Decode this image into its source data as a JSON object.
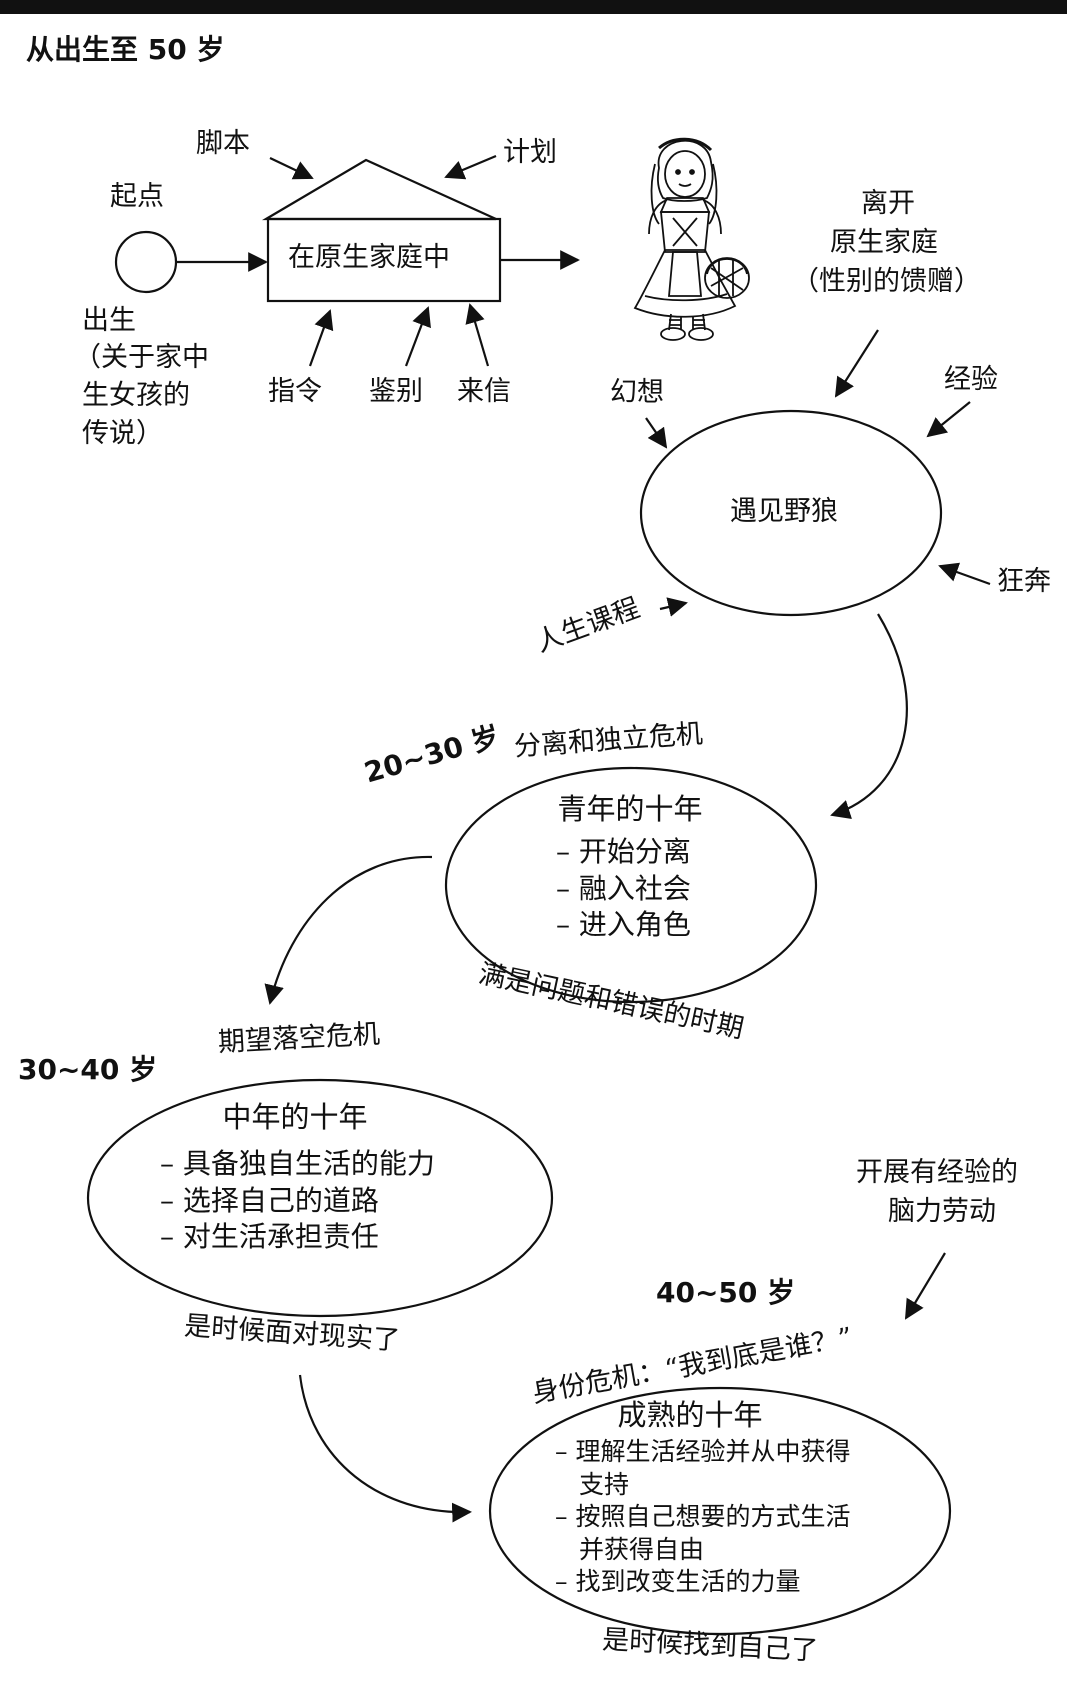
{
  "title": "从出生至 50 岁",
  "top": {
    "start_label": "起点",
    "birth_label": "出生",
    "birth_note": [
      "（关于家中",
      "生女孩的",
      "传说）"
    ],
    "script_label": "脚本",
    "plan_label": "计划",
    "house_label": "在原生家庭中",
    "instruction_label": "指令",
    "discern_label": "鉴别",
    "letter_label": "来信",
    "leave_label": [
      "离开",
      "原生家庭",
      "（性别的馈赠）"
    ]
  },
  "wolf": {
    "center": "遇见野狼",
    "fantasy": "幻想",
    "experience": "经验",
    "frenzy": "狂奔",
    "life_lessons": "人生课程"
  },
  "stage1": {
    "age": "20~30 岁",
    "crisis": "分离和独立危机",
    "head": "青年的十年",
    "items": [
      "– 开始分离",
      "– 融入社会",
      "– 进入角色"
    ],
    "footer": "满是问题和错误的时期"
  },
  "stage2": {
    "age": "30~40 岁",
    "crisis": "期望落空危机",
    "head": "中年的十年",
    "items": [
      "– 具备独自生活的能力",
      "– 选择自己的道路",
      "– 对生活承担责任"
    ],
    "footer": "是时候面对现实了"
  },
  "stage3": {
    "age": "40~50 岁",
    "crisis": "身份危机：“我到底是谁？”",
    "head": "成熟的十年",
    "items": [
      "– 理解生活经验并从中获得",
      "支持",
      "– 按照自己想要的方式生活",
      "并获得自由",
      "– 找到改变生活的力量"
    ],
    "footer": "是时候找到自己了",
    "side_note": [
      "开展有经验的",
      "脑力劳动"
    ]
  }
}
